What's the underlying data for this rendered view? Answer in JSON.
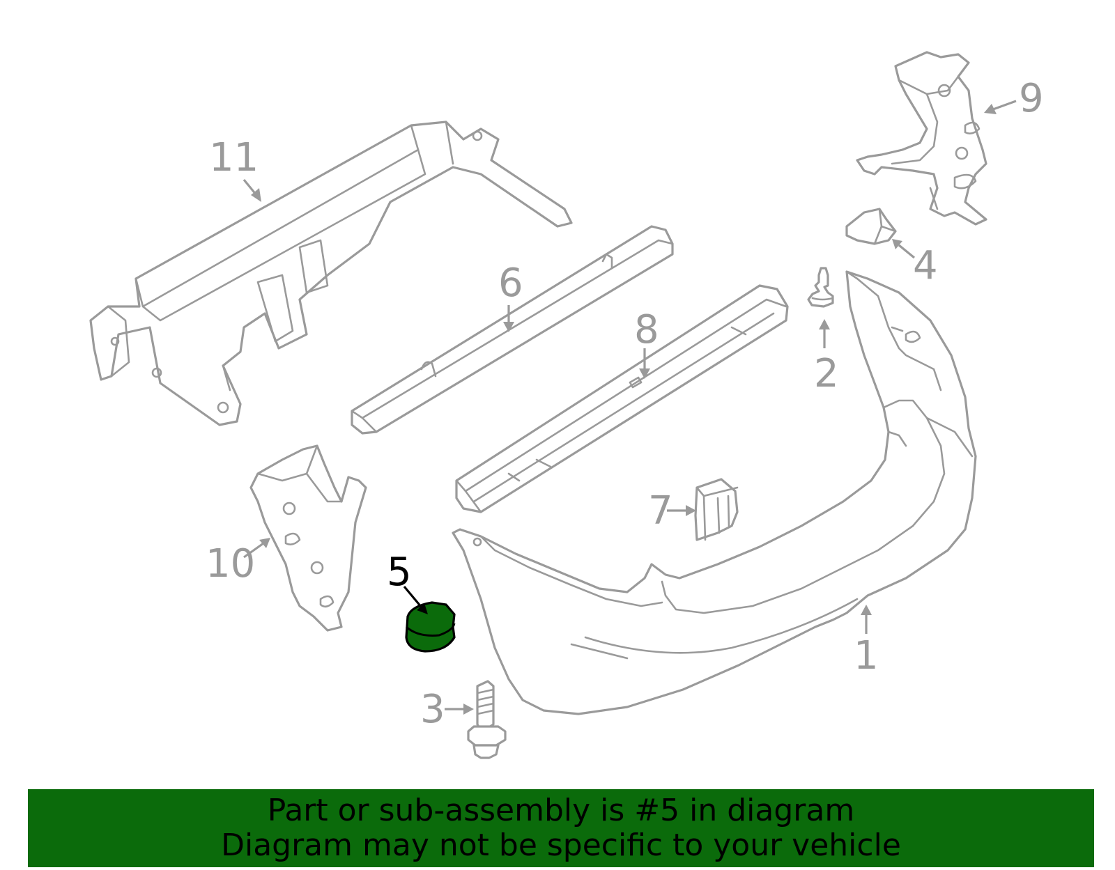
{
  "callouts": {
    "c1": "1",
    "c2": "2",
    "c3": "3",
    "c4": "4",
    "c5": "5",
    "c6": "6",
    "c7": "7",
    "c8": "8",
    "c9": "9",
    "c10": "10",
    "c11": "11"
  },
  "highlight_color": "#0b6b0b",
  "selected_part": "5",
  "banner": {
    "line1": "Part or sub-assembly is #5 in diagram",
    "line2": "Diagram may not be specific to your vehicle"
  }
}
